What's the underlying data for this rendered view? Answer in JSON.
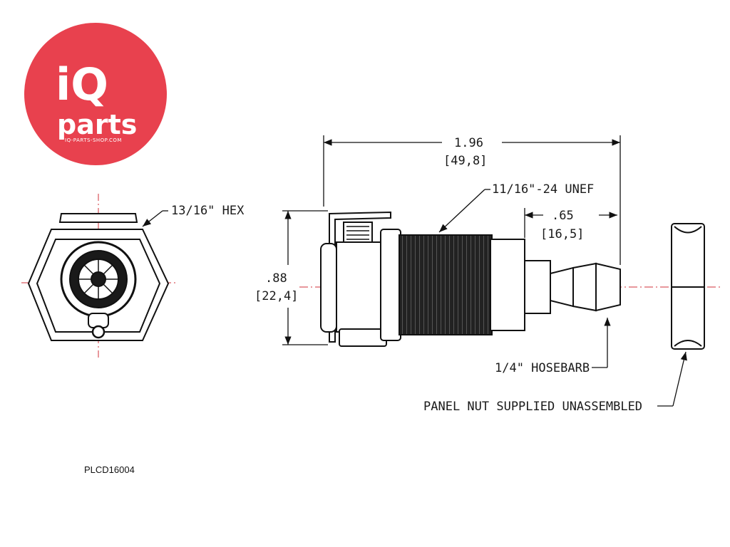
{
  "logo": {
    "brand_a": "iQ",
    "brand_b": "parts",
    "site": "IQ-PARTS-SHOP.COM",
    "color": "#e8414e"
  },
  "diagram": {
    "hex_label": "13/16\" HEX",
    "overall_length": "1.96",
    "overall_length_mm": "[49,8]",
    "thread_label": "11/16\"-24 UNEF",
    "barb_length": ".65",
    "barb_length_mm": "[16,5]",
    "height": ".88",
    "height_mm": "[22,4]",
    "hosebarb_label": "1/4\" HOSEBARB",
    "panel_nut_label": "PANEL NUT SUPPLIED UNASSEMBLED",
    "centerline_color": "#d0303a"
  },
  "product_code": "PLCD16004"
}
